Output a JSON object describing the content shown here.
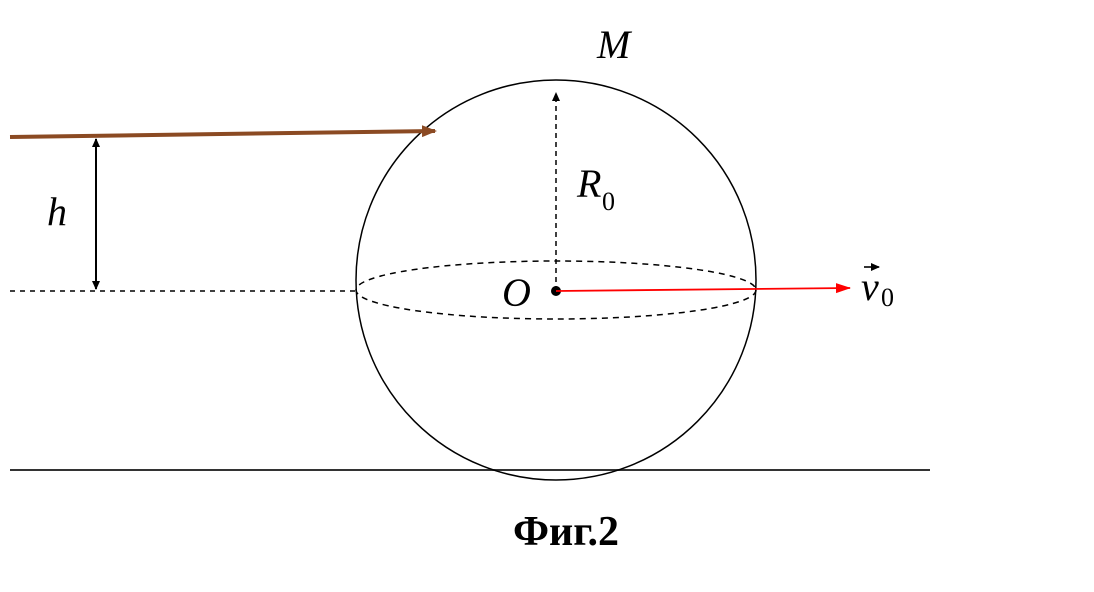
{
  "labels": {
    "mass": "M",
    "radius_main": "R",
    "radius_sub": "0",
    "height": "h",
    "center": "O",
    "velocity_main": "v",
    "velocity_sub": "0"
  },
  "caption": "Фиг.2",
  "colors": {
    "line": "#000000",
    "projectile": "#8B4A23",
    "velocity": "#FF0000"
  }
}
